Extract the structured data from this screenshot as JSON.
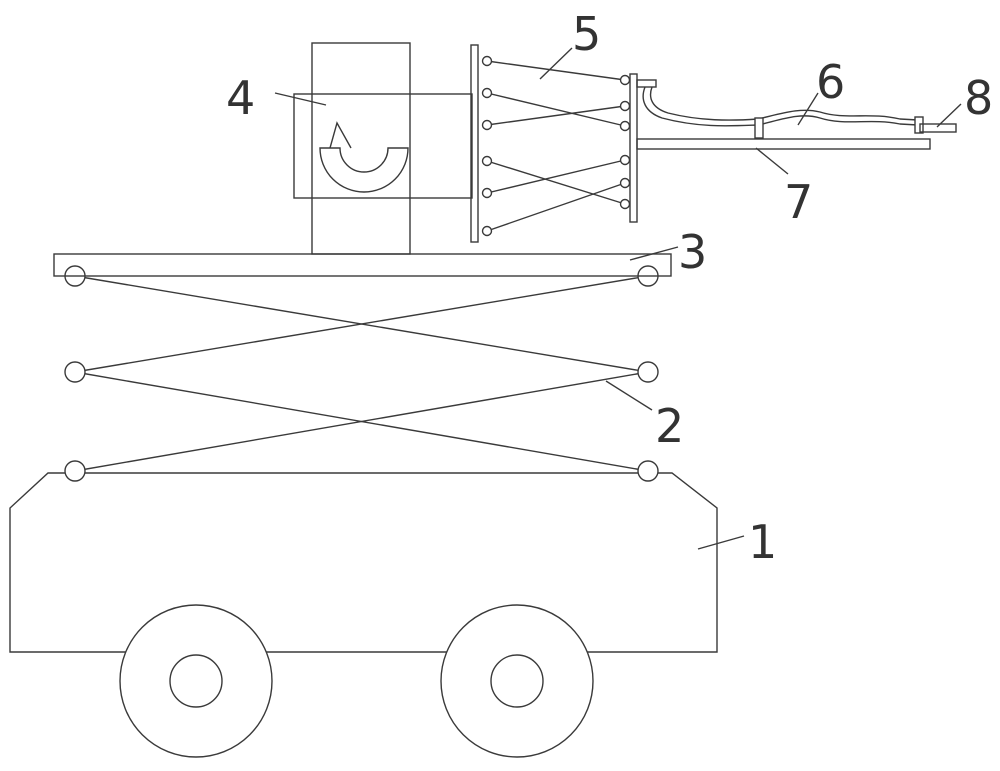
{
  "labels": {
    "l1": "1",
    "l2": "2",
    "l3": "3",
    "l4": "4",
    "l5": "5",
    "l6": "6",
    "l7": "7",
    "l8": "8"
  },
  "colors": {
    "line": "#3a3a3a",
    "text": "#333333",
    "background": "#ffffff"
  }
}
